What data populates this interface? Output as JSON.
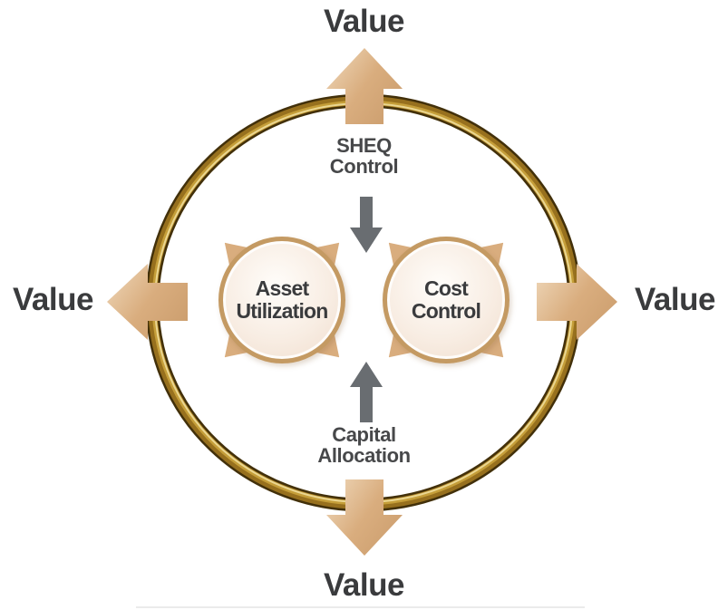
{
  "diagram": {
    "value_labels": {
      "top": "Value",
      "right": "Value",
      "bottom": "Value",
      "left": "Value"
    },
    "flow_top": {
      "line1": "SHEQ",
      "line2": "Control"
    },
    "flow_bottom": {
      "line1": "Capital",
      "line2": "Allocation"
    },
    "node_left": {
      "line1": "Asset",
      "line2": "Utilization"
    },
    "node_right": {
      "line1": "Cost",
      "line2": "Control"
    },
    "colors": {
      "arrow_tan": "#d9ad7e",
      "arrow_tan_light": "#ecd2b2",
      "arrow_tan_dark": "#cb9d6d",
      "ring_dark": "#42300a",
      "ring_gold": "#97701e",
      "ring_mid_highlight": "#caa33c",
      "ring_highlight": "#ecd996",
      "node_border": "#c49a63",
      "node_fill_light": "#fffdfa",
      "node_fill": "#f8ede3",
      "node_fill_edge": "#f0ddcd",
      "gray_arrow": "#696d71",
      "text_dark": "#3a3b3d",
      "text_mid": "#47484a"
    }
  }
}
